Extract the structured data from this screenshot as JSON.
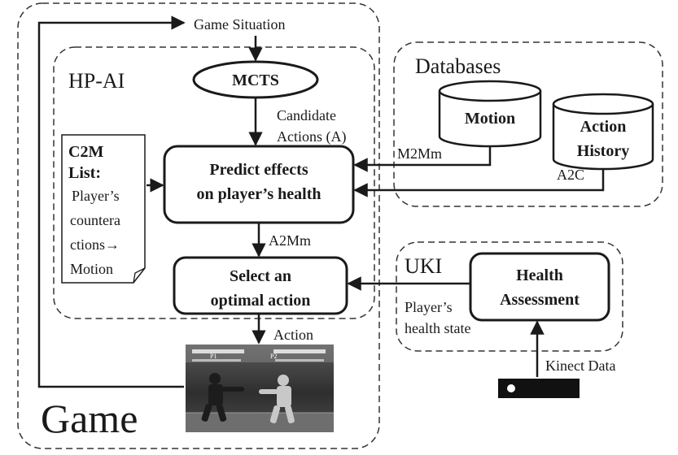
{
  "regions": {
    "game": "Game",
    "hpai": "HP-AI",
    "databases": "Databases",
    "uki": "UKI"
  },
  "nodes": {
    "mcts": "MCTS",
    "predict_line1": "Predict effects",
    "predict_line2": "on player’s health",
    "select_line1": "Select an",
    "select_line2": "optimal action",
    "motion_db": "Motion",
    "history_line1": "Action",
    "history_line2": "History",
    "health_line1": "Health",
    "health_line2": "Assessment"
  },
  "c2m": {
    "title1": "C2M",
    "title2": "List:",
    "lines": [
      "Player’s",
      "countera",
      "ctions→",
      "Motion"
    ]
  },
  "edges": {
    "game_situation": "Game Situation",
    "candidate1": "Candidate",
    "candidate2": "Actions (A)",
    "m2mm": "M2Mm",
    "a2c": "A2C",
    "a2mm": "A2Mm",
    "action": "Action",
    "health_state1": "Player’s",
    "health_state2": "health state",
    "kinect": "Kinect Data"
  },
  "screenshot": {
    "p1": "P1",
    "p2": "P2"
  }
}
